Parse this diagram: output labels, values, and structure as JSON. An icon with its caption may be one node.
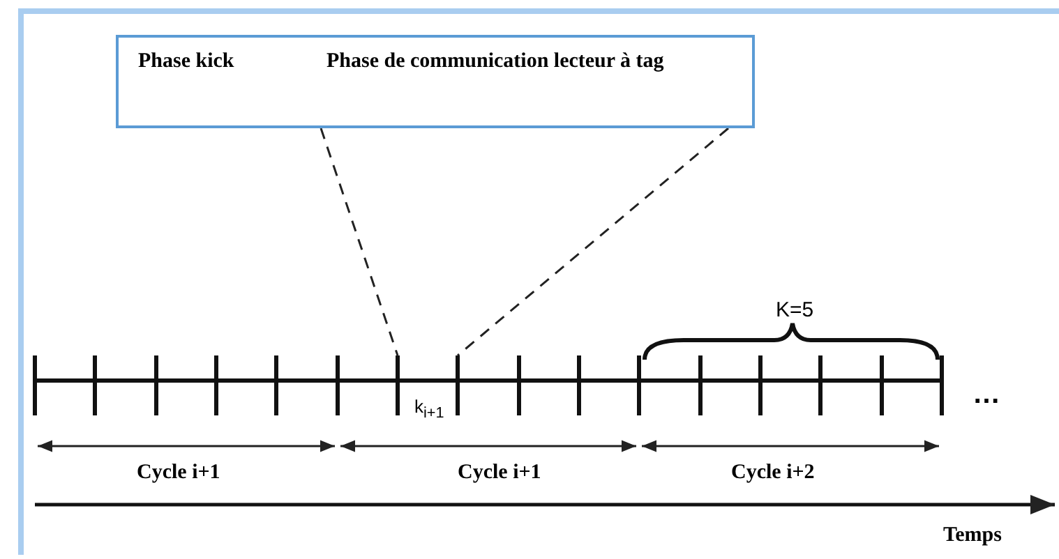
{
  "diagram": {
    "nodes": [
      {
        "text": [
          "Phase kick"
        ]
      },
      {
        "text": [
          "Phase de communication lecteur à tag"
        ]
      }
    ],
    "labels": [
      "K=5",
      "k$_{i+1}$",
      "…",
      "Cycle i+1",
      "Cycle i+1",
      "Cycle i+2",
      "Temps"
    ]
  }
}
